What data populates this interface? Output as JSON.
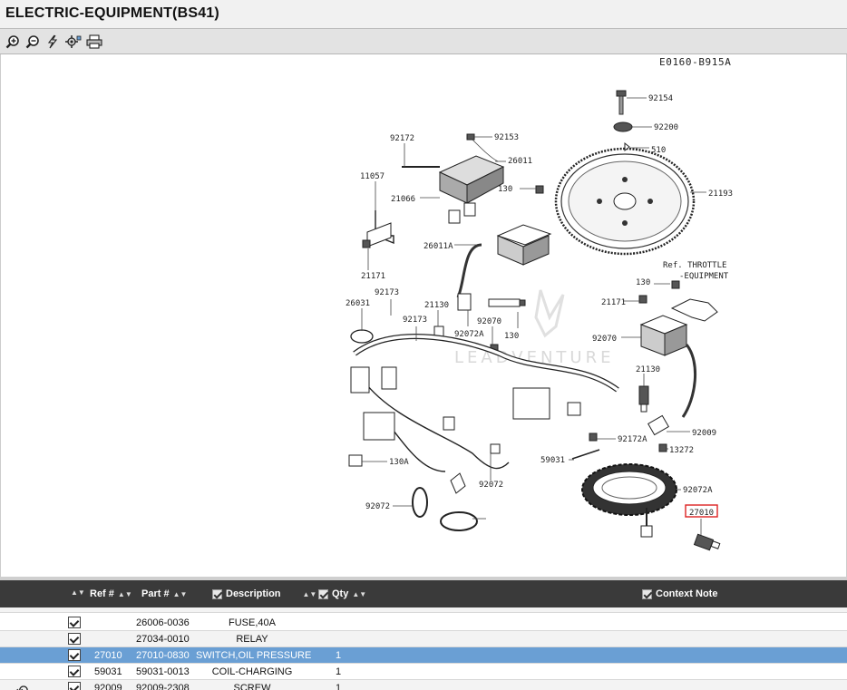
{
  "window": {
    "title": "ELECTRIC-EQUIPMENT(BS41)"
  },
  "toolbar": {
    "buttons": [
      {
        "icon": "zoom-in-icon"
      },
      {
        "icon": "zoom-out-icon"
      },
      {
        "icon": "lightning-icon"
      },
      {
        "icon": "settings-icon"
      },
      {
        "icon": "print-icon"
      }
    ]
  },
  "diagram": {
    "code": "E0160-B915A",
    "watermark": "LEADVENTURE",
    "ref_note_line1": "Ref. THROTTLE",
    "ref_note_line2": "-EQUIPMENT",
    "highlighted_callout": "27010",
    "callouts": [
      "92154",
      "92200",
      "510",
      "21193",
      "92172",
      "92153",
      "26011",
      "11057",
      "21066",
      "130",
      "21171",
      "26011A",
      "92173",
      "26031",
      "92173",
      "21130",
      "92072A",
      "92070",
      "130",
      "130",
      "21171",
      "92070",
      "21130",
      "92009",
      "92172A",
      "13272",
      "59031",
      "92072A",
      "130A",
      "92072",
      "92072"
    ]
  },
  "table": {
    "columns": {
      "ref": "Ref #",
      "part": "Part #",
      "description": "Description",
      "qty": "Qty",
      "context_note": "Context Note"
    },
    "rows": [
      {
        "ref": "",
        "part": "26006-0036",
        "description": "FUSE,40A",
        "qty": "",
        "selected": false
      },
      {
        "ref": "",
        "part": "27034-0010",
        "description": "RELAY",
        "qty": "",
        "selected": false
      },
      {
        "ref": "27010",
        "part": "27010-0830",
        "description": "SWITCH,OIL PRESSURE",
        "qty": "1",
        "selected": true
      },
      {
        "ref": "59031",
        "part": "59031-0013",
        "description": "COIL-CHARGING",
        "qty": "1",
        "selected": false
      },
      {
        "ref": "92009",
        "part": "92009-2308",
        "description": "SCREW",
        "qty": "1",
        "selected": false
      }
    ]
  }
}
